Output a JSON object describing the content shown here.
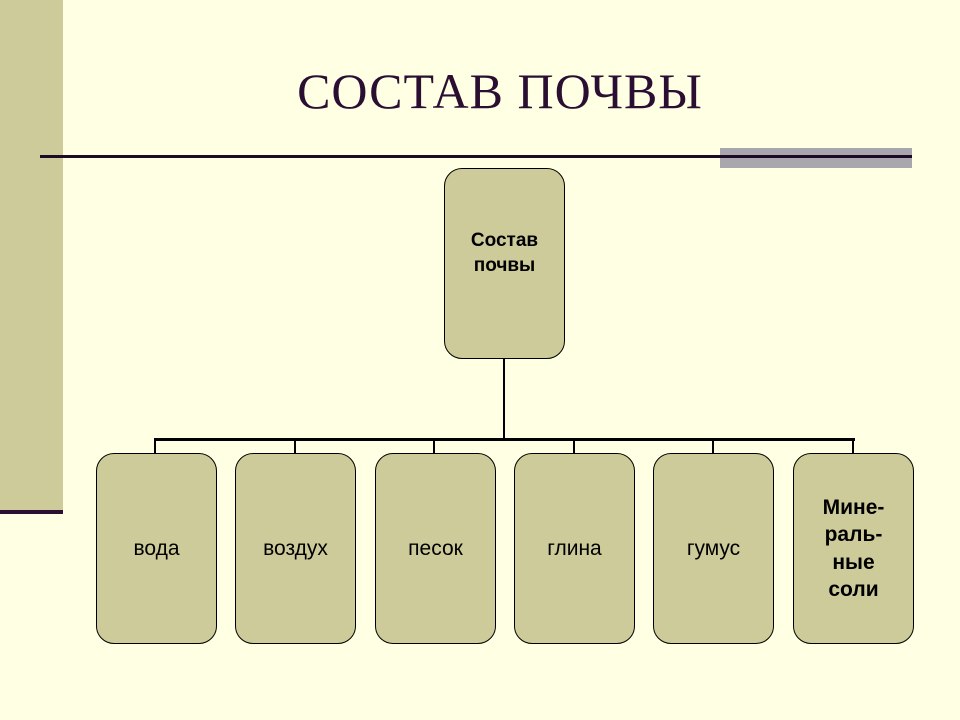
{
  "title": "СОСТАВ ПОЧВЫ",
  "root": {
    "label": "Состав\nпочвы"
  },
  "children": [
    {
      "label": "вода"
    },
    {
      "label": "воздух"
    },
    {
      "label": "песок"
    },
    {
      "label": "глина"
    },
    {
      "label": "гумус"
    },
    {
      "label": "Мине-\nраль-\nные\nсоли"
    }
  ],
  "colors": {
    "background": "#FFFFE3",
    "box_fill": "#CDCB99",
    "title": "#2a0f33"
  }
}
